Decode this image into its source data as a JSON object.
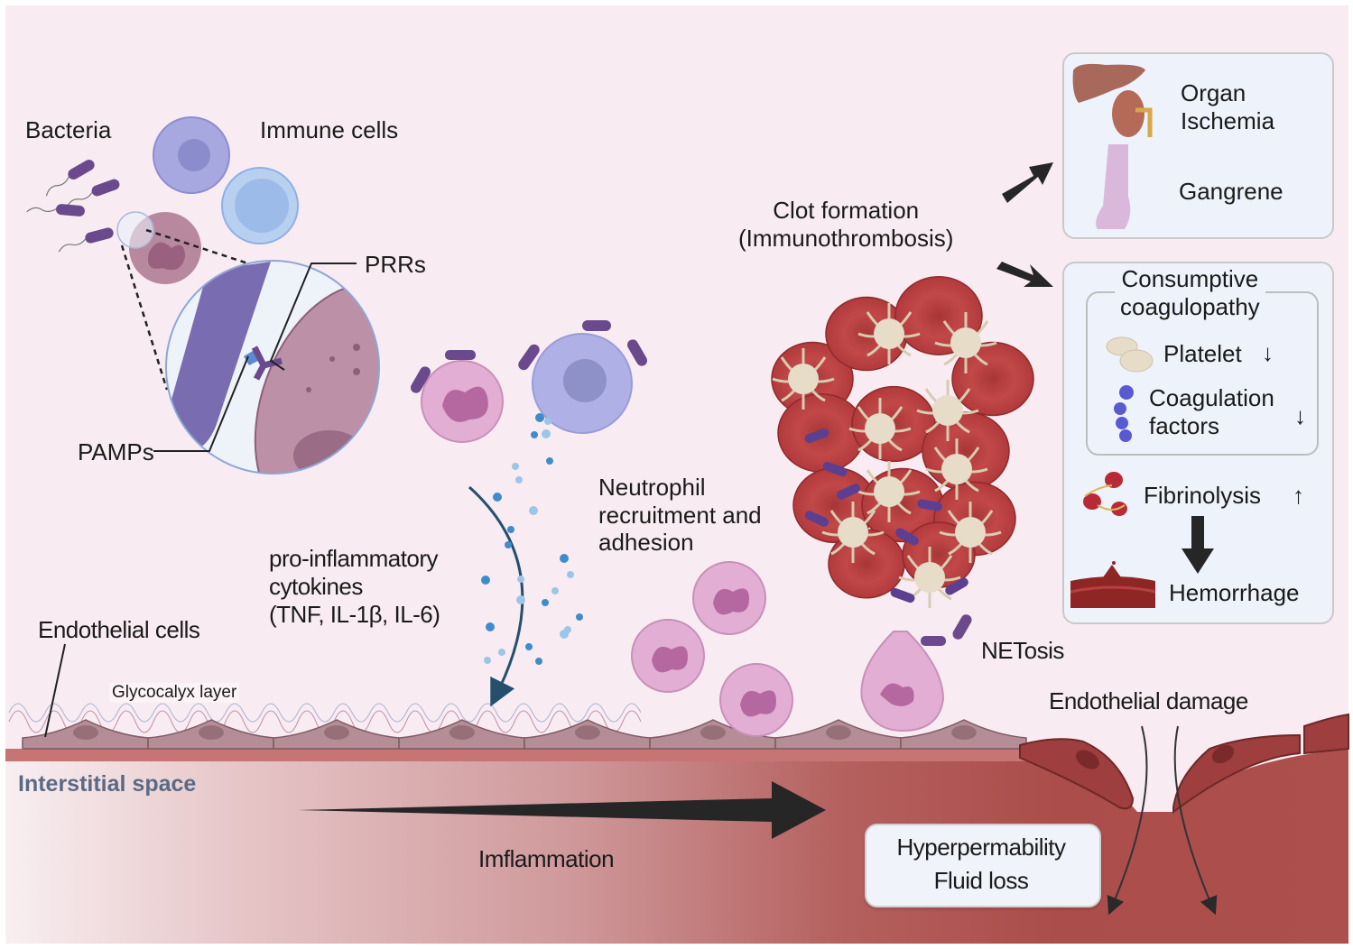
{
  "figure": {
    "title": "Sepsis pathophysiology: inflammation, immunothrombosis and endothelial damage",
    "colors": {
      "background": "#f8ecf2",
      "vessel_light": "#f7eef0",
      "vessel_dark": "#ad4f4c",
      "endothelial_cell": "#b48d96",
      "damaged_endothelial_cell": "#9e3e3e",
      "bacteria": "#6a4a8c",
      "cytokine": "#4a90c8",
      "panel_fill": "#eef2fa",
      "arrow": "#222222",
      "interstitial_text": "#5a6a85"
    }
  },
  "labels": {
    "bacteria": "Bacteria",
    "immune_cells": "Immune cells",
    "prrs": "PRRs",
    "pamps": "PAMPs",
    "pro_inflammatory": [
      "pro-inflammatory",
      "cytokines",
      "(TNF, IL-1β, IL-6)"
    ],
    "neutrophil": [
      "Neutrophil",
      "recruitment and",
      "adhesion"
    ],
    "clot_formation": [
      "Clot formation",
      "(Immunothrombosis)"
    ],
    "netosis": "NETosis",
    "endothelial_cells": "Endothelial cells",
    "glycocalyx": "Glycocalyx layer",
    "endothelial_damage": "Endothelial damage",
    "interstitial_space": "Interstitial space",
    "inflammation": "Imflammation",
    "hyperpermeability": [
      "Hyperpermability",
      "Fluid loss"
    ]
  },
  "panels": {
    "organ": {
      "organ_ischemia": [
        "Organ",
        "Ischemia"
      ],
      "gangrene": "Gangrene",
      "icons": [
        "liver-icon",
        "kidney-icon",
        "foot-icon"
      ]
    },
    "coagulopathy": {
      "title": [
        "Consumptive",
        "coagulopathy"
      ],
      "platelet": "Platelet",
      "platelet_trend": "↓",
      "coagulation": [
        "Coagulation",
        "factors"
      ],
      "coagulation_trend": "↓",
      "fibrinolysis": "Fibrinolysis",
      "fibrinolysis_trend": "↑",
      "hemorrhage": "Hemorrhage"
    }
  }
}
